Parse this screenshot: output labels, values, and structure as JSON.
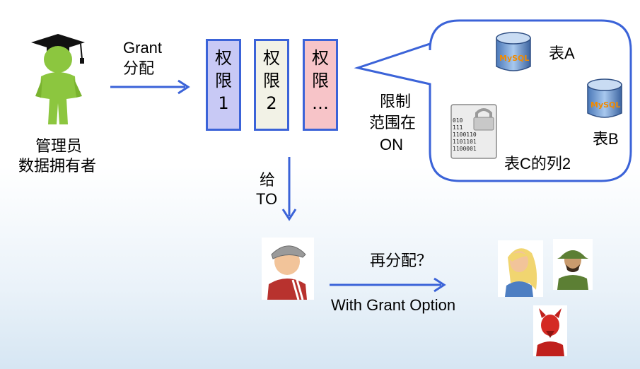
{
  "admin": {
    "grant_line1": "Grant",
    "grant_line2": "分配",
    "caption_line1": "管理员",
    "caption_line2": "数据拥有者"
  },
  "privileges": [
    {
      "line1": "权",
      "line2": "限",
      "line3": "1",
      "fill": "#c8c9f5"
    },
    {
      "line1": "权",
      "line2": "限",
      "line3": "2",
      "fill": "#f2f2e6"
    },
    {
      "line1": "权",
      "line2": "限",
      "line3": "…",
      "fill": "#f7c4c8"
    }
  ],
  "scope": {
    "line1": "限制",
    "line2": "范围在",
    "line3": "ON"
  },
  "objects": {
    "table_a": "表A",
    "table_b": "表B",
    "table_c_col": "表C的列2",
    "mysql_logo": "MySQL"
  },
  "grantee": {
    "give": "给",
    "to": "TO",
    "redistribute": "再分配？",
    "with_grant_option": "With Grant Option"
  },
  "binary_text": [
    "010",
    "111",
    "1100110",
    "1101101",
    "1100001"
  ],
  "colors": {
    "arrow": "#3b63d8",
    "bubble_border": "#3b63d8"
  }
}
